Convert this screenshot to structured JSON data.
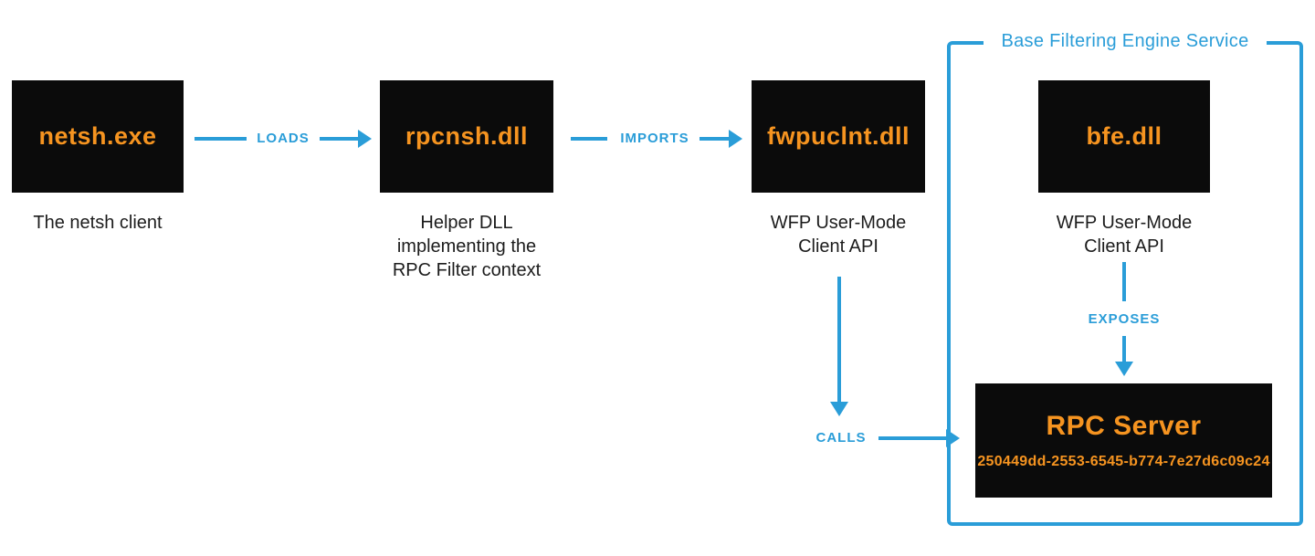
{
  "group": {
    "label": "Base Filtering Engine Service"
  },
  "nodes": [
    {
      "title": "netsh.exe",
      "caption": "The netsh client"
    },
    {
      "title": "rpcnsh.dll",
      "caption": "Helper DLL\nimplementing the\nRPC Filter context"
    },
    {
      "title": "fwpuclnt.dll",
      "caption": "WFP User-Mode\nClient API"
    },
    {
      "title": "bfe.dll",
      "caption": "WFP User-Mode\nClient API"
    }
  ],
  "rpc_server": {
    "title": "RPC Server",
    "uuid": "250449dd-2553-6545-b774-7e27d6c09c24"
  },
  "edges": {
    "loads": "LOADS",
    "imports": "IMPORTS",
    "calls": "CALLS",
    "exposes": "EXPOSES"
  },
  "colors": {
    "accent_blue": "#2a9dd8",
    "accent_orange": "#f69420",
    "node_background": "#0b0b0b",
    "caption_text": "#1c1c1c",
    "page_background": "#ffffff"
  }
}
